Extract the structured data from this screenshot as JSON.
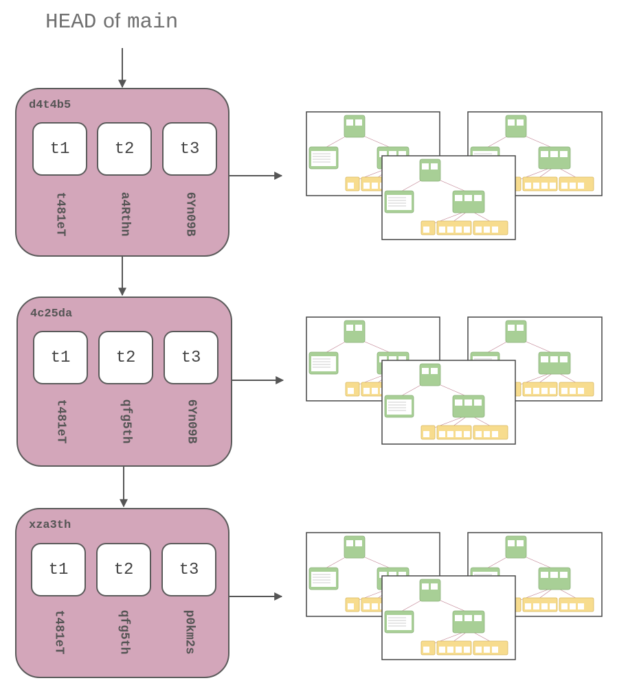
{
  "header": {
    "part1": "HEAD",
    "part2": "of",
    "part3": "main"
  },
  "snapshots": [
    {
      "id": "d4t4b5",
      "tables": [
        {
          "label": "t1",
          "hash": "t481eT"
        },
        {
          "label": "t2",
          "hash": "a4Rthn"
        },
        {
          "label": "t3",
          "hash": "6Yn09B"
        }
      ]
    },
    {
      "id": "4c25da",
      "tables": [
        {
          "label": "t1",
          "hash": "t481eT"
        },
        {
          "label": "t2",
          "hash": "qfg5th"
        },
        {
          "label": "t3",
          "hash": "6Yn09B"
        }
      ]
    },
    {
      "id": "xza3th",
      "tables": [
        {
          "label": "t1",
          "hash": "t481eT"
        },
        {
          "label": "t2",
          "hash": "qfg5th"
        },
        {
          "label": "t3",
          "hash": "p0km2s"
        }
      ]
    }
  ],
  "colors": {
    "snapshot_fill": "#d3a6ba",
    "node_green": "#a8cf96",
    "leaf_yellow": "#f7dc8e",
    "stroke": "#5a5a5a"
  }
}
